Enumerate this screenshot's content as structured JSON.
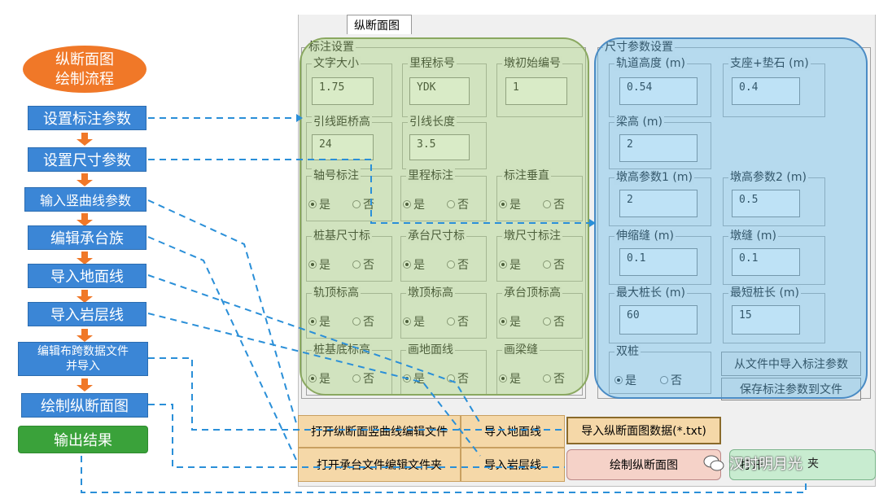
{
  "flow": {
    "title": "纵断面图\n绘制流程",
    "steps": [
      "设置标注参数",
      "设置尺寸参数",
      "输入竖曲线参数",
      "编辑承台族",
      "导入地面线",
      "导入岩层线",
      "编辑布跨数据文件\n并导入",
      "绘制纵断面图",
      "输出结果"
    ]
  },
  "app": {
    "tab": "纵断面图",
    "annotation": {
      "title": "标注设置",
      "font_size": {
        "label": "文字大小",
        "value": "1.75"
      },
      "mileage": {
        "label": "里程标号",
        "value": "YDK"
      },
      "pier_start": {
        "label": "墩初始编号",
        "value": "1"
      },
      "lead_dist": {
        "label": "引线距桥高",
        "value": "24"
      },
      "lead_len": {
        "label": "引线长度",
        "value": "3.5"
      },
      "radios": [
        {
          "label": "轴号标注"
        },
        {
          "label": "里程标注"
        },
        {
          "label": "标注垂直"
        },
        {
          "label": "桩基尺寸标"
        },
        {
          "label": "承台尺寸标"
        },
        {
          "label": "墩尺寸标注"
        },
        {
          "label": "轨顶标高"
        },
        {
          "label": "墩顶标高"
        },
        {
          "label": "承台顶标高"
        },
        {
          "label": "桩基底标高"
        },
        {
          "label": "画地面线"
        },
        {
          "label": "画梁缝"
        }
      ],
      "yes": "是",
      "no": "否"
    },
    "size": {
      "title": "尺寸参数设置",
      "track_height": {
        "label": "轨道高度 (m)",
        "value": "0.54"
      },
      "bearing": {
        "label": "支座+垫石 (m)",
        "value": "0.4"
      },
      "beam_height": {
        "label": "梁高 (m)",
        "value": "2"
      },
      "pier_param1": {
        "label": "墩高参数1 (m)",
        "value": "2"
      },
      "pier_param2": {
        "label": "墩高参数2 (m)",
        "value": "0.5"
      },
      "expansion": {
        "label": "伸缩缝 (m)",
        "value": "0.1"
      },
      "pier_gap": {
        "label": "墩缝 (m)",
        "value": "0.1"
      },
      "max_pile": {
        "label": "最大桩长 (m)",
        "value": "60"
      },
      "min_pile": {
        "label": "最短桩长 (m)",
        "value": "15"
      },
      "double_pile": {
        "label": "双桩"
      },
      "import_btn": "从文件中导入标注参数",
      "save_btn": "保存标注参数到文件"
    },
    "buttons": {
      "open_curve": "打开纵断面竖曲线编辑文件",
      "import_ground": "导入地面线",
      "import_data": "导入纵断面图数据(*.txt)",
      "open_cap": "打开承台文件编辑文件夹",
      "import_rock": "导入岩层线",
      "draw": "绘制纵断面图",
      "open_folder": "打开"
    },
    "watermark": "汉时明月光",
    "watermark_tail": "夹"
  }
}
